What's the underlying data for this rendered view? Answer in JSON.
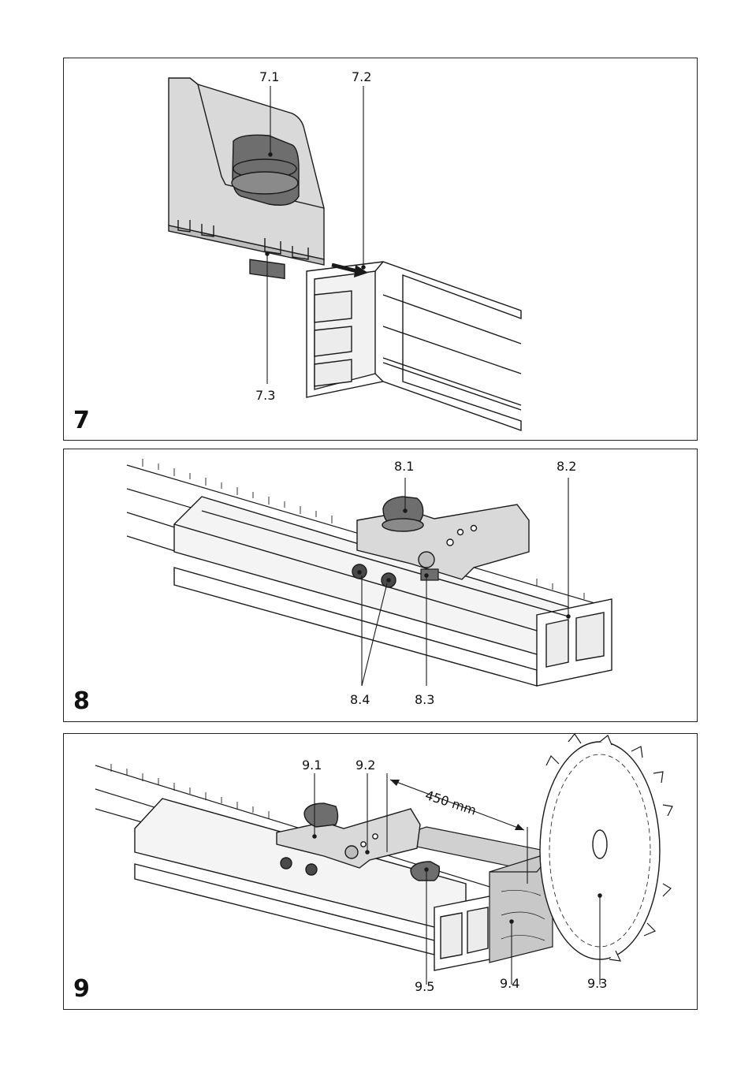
{
  "figures": [
    {
      "number": "7",
      "callouts": [
        "7.1",
        "7.2",
        "7.3"
      ]
    },
    {
      "number": "8",
      "callouts": [
        "8.1",
        "8.2",
        "8.3",
        "8.4"
      ]
    },
    {
      "number": "9",
      "callouts": [
        "9.1",
        "9.2",
        "9.3",
        "9.4",
        "9.5"
      ],
      "dimension_label": "450 mm"
    }
  ],
  "colors": {
    "line": "#1a1a1a",
    "part_fill": "#d9d9d9",
    "knob_fill": "#6e6e6e",
    "wood_fill": "#c8c8c8"
  }
}
